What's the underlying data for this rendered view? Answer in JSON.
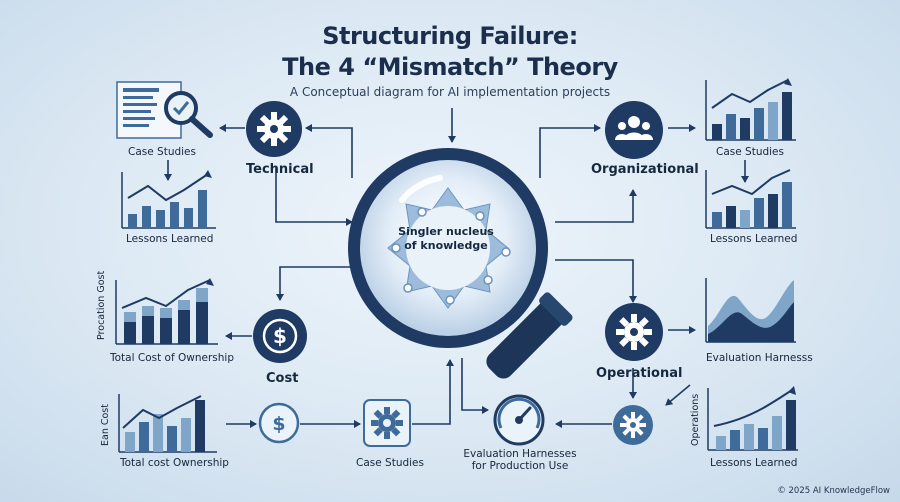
{
  "title": {
    "line1": "Structuring Failure:",
    "line2": "The 4 “Mismatch” Theory"
  },
  "subtitle": "A Conceptual diagram for AI implementation projects",
  "center": {
    "label": "Singler nucleus of knowledge"
  },
  "categories": {
    "technical": "Technical",
    "organizational": "Organizational",
    "cost": "Cost",
    "operational": "Operational"
  },
  "captions": {
    "case_studies_tl": "Case Studies",
    "lessons_learned_tl": "Lessons Learned",
    "tco_left": "Total Cost of Ownership",
    "tco_bottom": "Total cost Ownership",
    "case_studies_bottom": "Case Studies",
    "eval_production": "Evaluation Harnesses for Production Use",
    "case_studies_tr": "Case Studies",
    "lessons_learned_tr": "Lessons Learned",
    "eval_harness_right": "Evaluation Harnesss",
    "lessons_learned_br": "Lessons Learned"
  },
  "axis_labels": {
    "procation_cost": "Procation Gost",
    "ean_cost": "Ean Cost",
    "operations": "Operations"
  },
  "footer": "© 2025 AI KnowledgeFlow",
  "icons": {
    "technical": "gear-icon",
    "organizational": "people-icon",
    "cost": "dollar-icon",
    "operational": "gear-icon",
    "magnifier": "magnifying-glass-icon",
    "report": "report-search-icon",
    "gauge": "gauge-icon"
  },
  "colors": {
    "navy": "#1f3b63",
    "mid_blue": "#3e6b99",
    "light_blue": "#7fa6c9",
    "background": "#dbe8f3"
  }
}
